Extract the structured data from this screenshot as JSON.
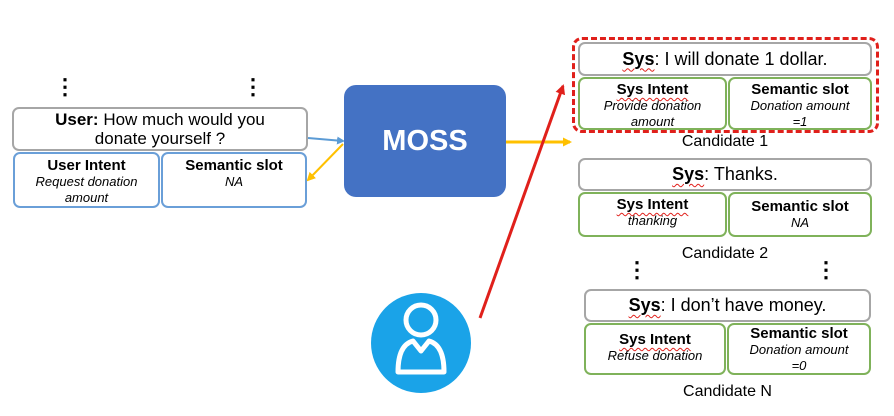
{
  "system": {
    "name": "MOSS"
  },
  "user_turn": {
    "speaker": "User:",
    "utterance": "How much would you donate yourself ?",
    "intent_header": "User Intent",
    "intent_value": "Request donation amount",
    "slot_header": "Semantic slot",
    "slot_value": "NA"
  },
  "candidates": [
    {
      "speaker": "Sys",
      "utterance": ": I will donate 1 dollar.",
      "intent_header": "Sys Intent",
      "intent_value": "Provide donation amount",
      "slot_header": "Semantic slot",
      "slot_value": "Donation amount =1",
      "caption": "Candidate 1",
      "highlighted": true
    },
    {
      "speaker": "Sys",
      "utterance": ": Thanks.",
      "intent_header": "Sys Intent",
      "intent_value": "thanking",
      "slot_header": "Semantic slot",
      "slot_value": "NA",
      "caption": "Candidate 2",
      "highlighted": false
    },
    {
      "speaker": "Sys",
      "utterance": ": I don’t have money.",
      "intent_header": "Sys Intent",
      "intent_value": "Refuse donation",
      "slot_header": "Semantic slot",
      "slot_value": "Donation amount =0",
      "caption": "Candidate N",
      "highlighted": false
    }
  ],
  "ellipsis": "⋮",
  "colors": {
    "moss_fill": "#4472c4",
    "user_icon": "#1aa3e8",
    "arrow_blue": "#5b9bd5",
    "arrow_yellow": "#ffc000",
    "arrow_red": "#e0201b",
    "user_border": "#6a9fd8",
    "candidate_border": "#7fb25a",
    "utterance_border": "#a6a6a6"
  }
}
